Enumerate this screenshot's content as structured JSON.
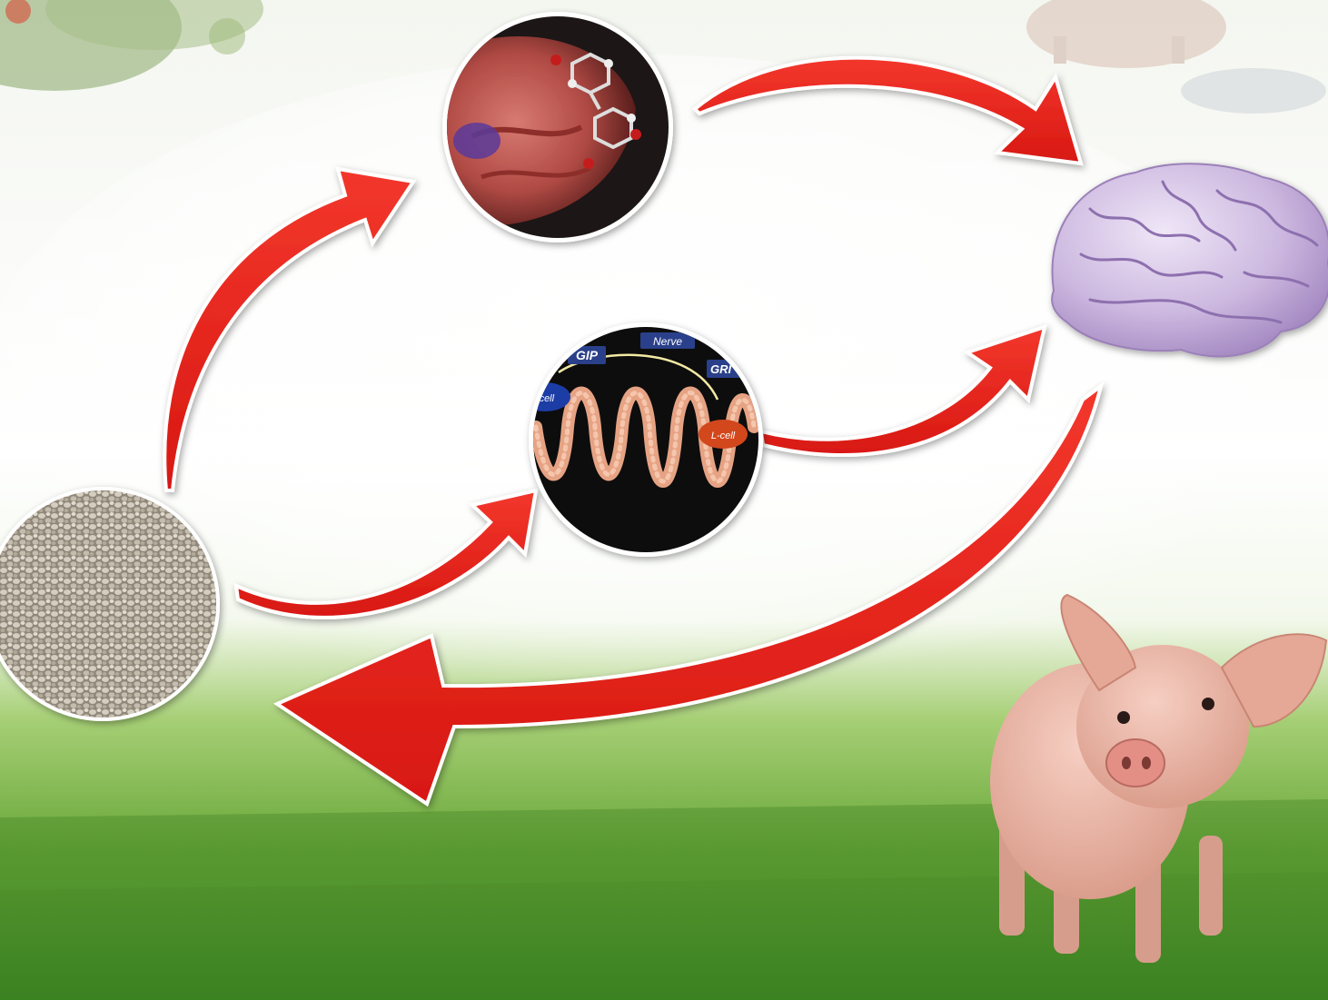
{
  "diagram": {
    "nodes": {
      "feed": {
        "name": "feed-pellets"
      },
      "mouth": {
        "name": "mouth-taste-receptors"
      },
      "gut": {
        "name": "intestine-enteroendocrine",
        "labels": {
          "gip": "GIP",
          "nerve": "Nerve",
          "grp": "GRI",
          "kcell": "-cell",
          "lcell": "L-cell"
        }
      },
      "brain": {
        "name": "brain"
      },
      "pig": {
        "name": "piglet"
      }
    },
    "edges": [
      {
        "from": "feed",
        "to": "mouth"
      },
      {
        "from": "feed",
        "to": "gut"
      },
      {
        "from": "mouth",
        "to": "brain"
      },
      {
        "from": "gut",
        "to": "brain"
      },
      {
        "from": "brain",
        "to": "feed"
      }
    ],
    "colors": {
      "arrow": "#e8231c",
      "sky": "#ffffff",
      "grass": "#6fae3a",
      "brain": "#c9b4de",
      "pig": "#e9b3a4",
      "pellet": "#b7b0a3"
    }
  }
}
